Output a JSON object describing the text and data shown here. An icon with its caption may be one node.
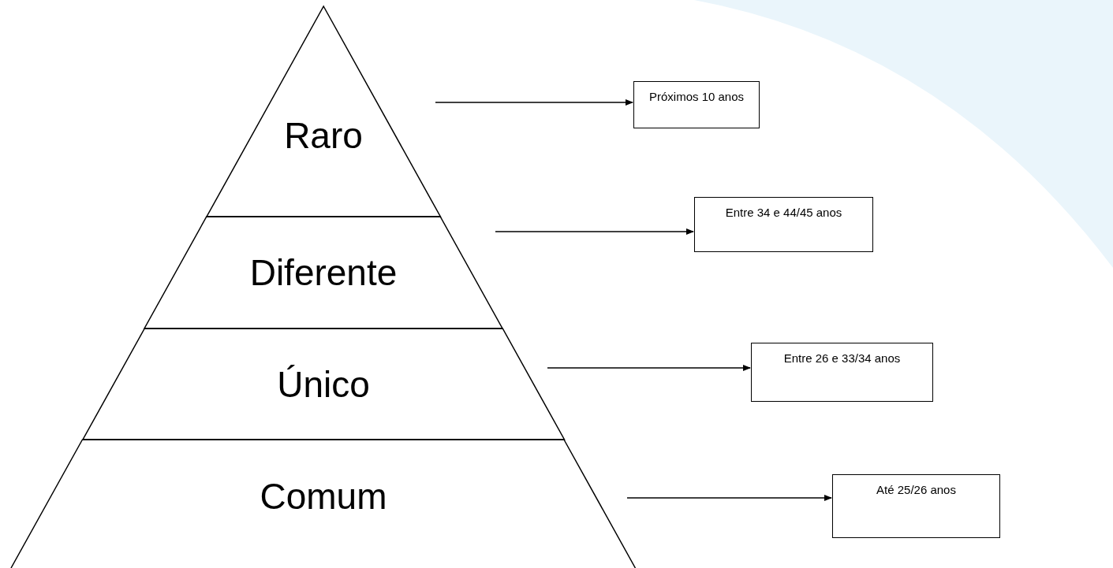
{
  "diagram": {
    "nodes": [
      {
        "text": [
          "Raro"
        ]
      },
      {
        "text": [
          "Diferente"
        ]
      },
      {
        "text": [
          "Único"
        ]
      },
      {
        "text": [
          "Comum"
        ]
      },
      {
        "text": [
          "Próximos 10 anos"
        ]
      },
      {
        "text": [
          "Entre 34 e 44/45 anos"
        ]
      },
      {
        "text": [
          "Entre 26 e 33/34 anos"
        ]
      },
      {
        "text": [
          "Até 25/26 anos"
        ]
      }
    ],
    "edges": [
      {
        "from": 0,
        "to": 4,
        "arrow": "to"
      },
      {
        "from": 1,
        "to": 5,
        "arrow": "to"
      },
      {
        "from": 2,
        "to": 6,
        "arrow": "to"
      },
      {
        "from": 3,
        "to": 7,
        "arrow": "to"
      }
    ]
  }
}
